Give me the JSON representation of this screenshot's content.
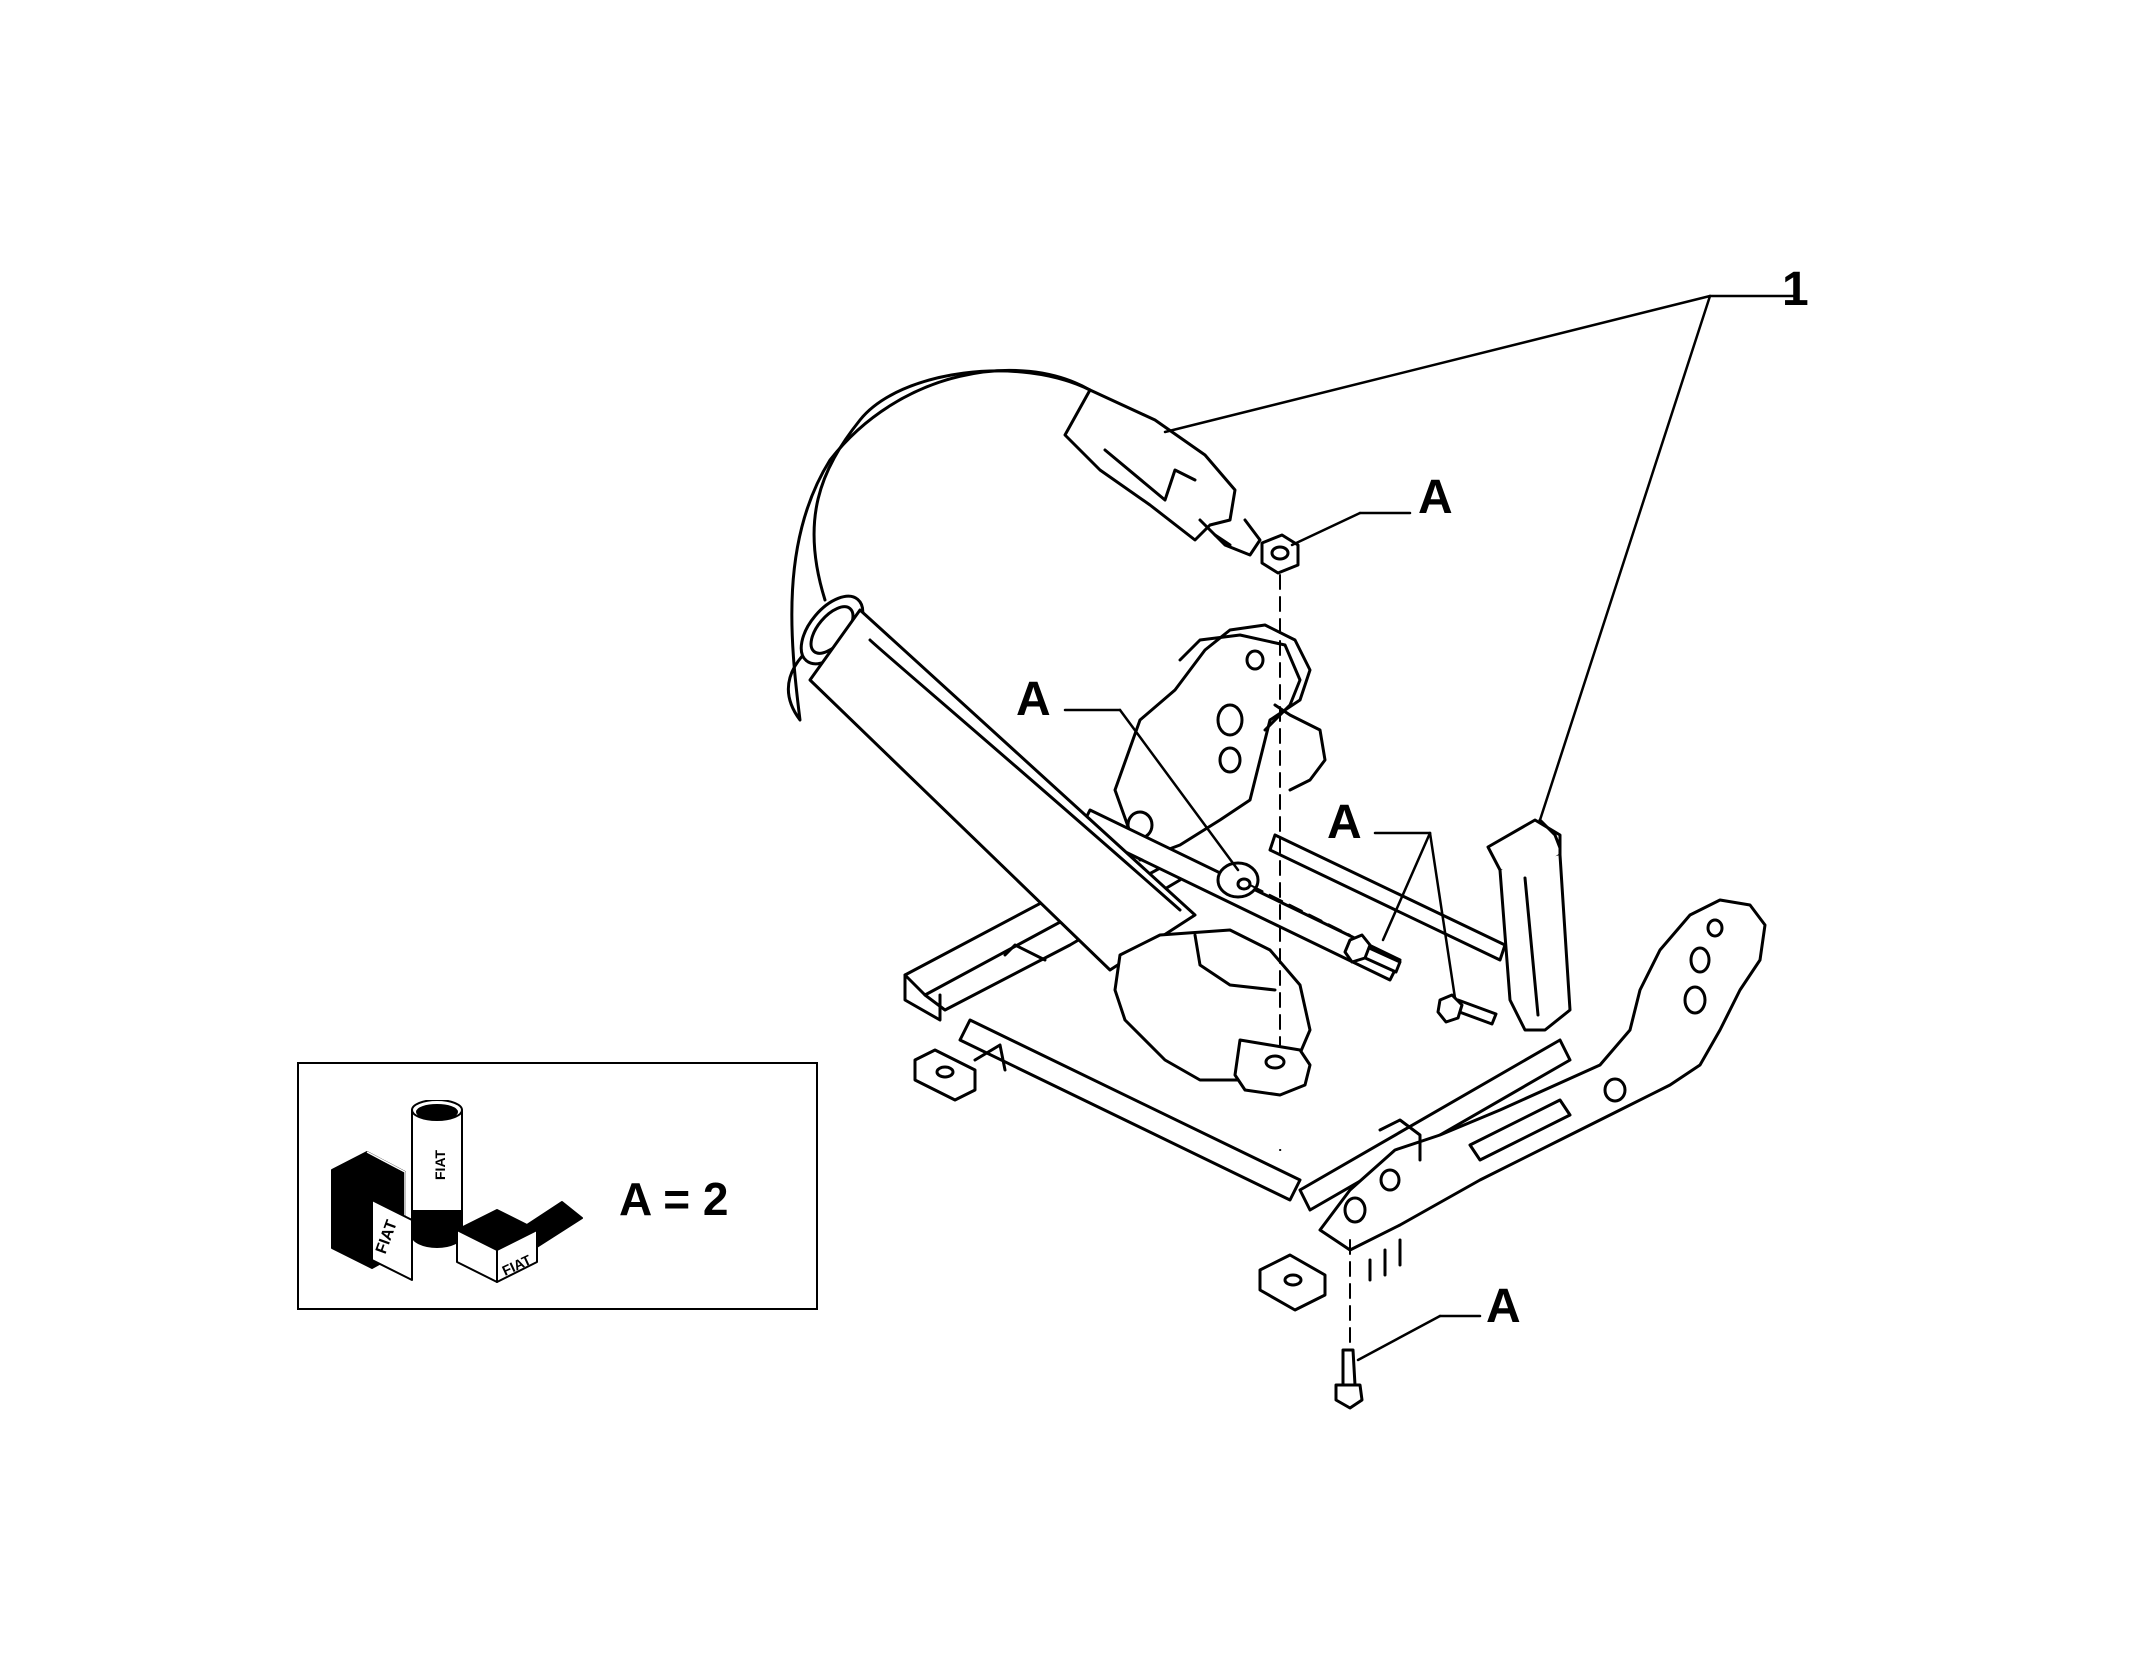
{
  "diagram": {
    "callouts": {
      "part_1": "1",
      "fastener_nut": "A",
      "fastener_washer": "A",
      "fastener_bolts": "A",
      "fastener_lower_bolt": "A"
    },
    "legend": {
      "text": "A = 2",
      "icon_brand": "FIAT"
    }
  }
}
